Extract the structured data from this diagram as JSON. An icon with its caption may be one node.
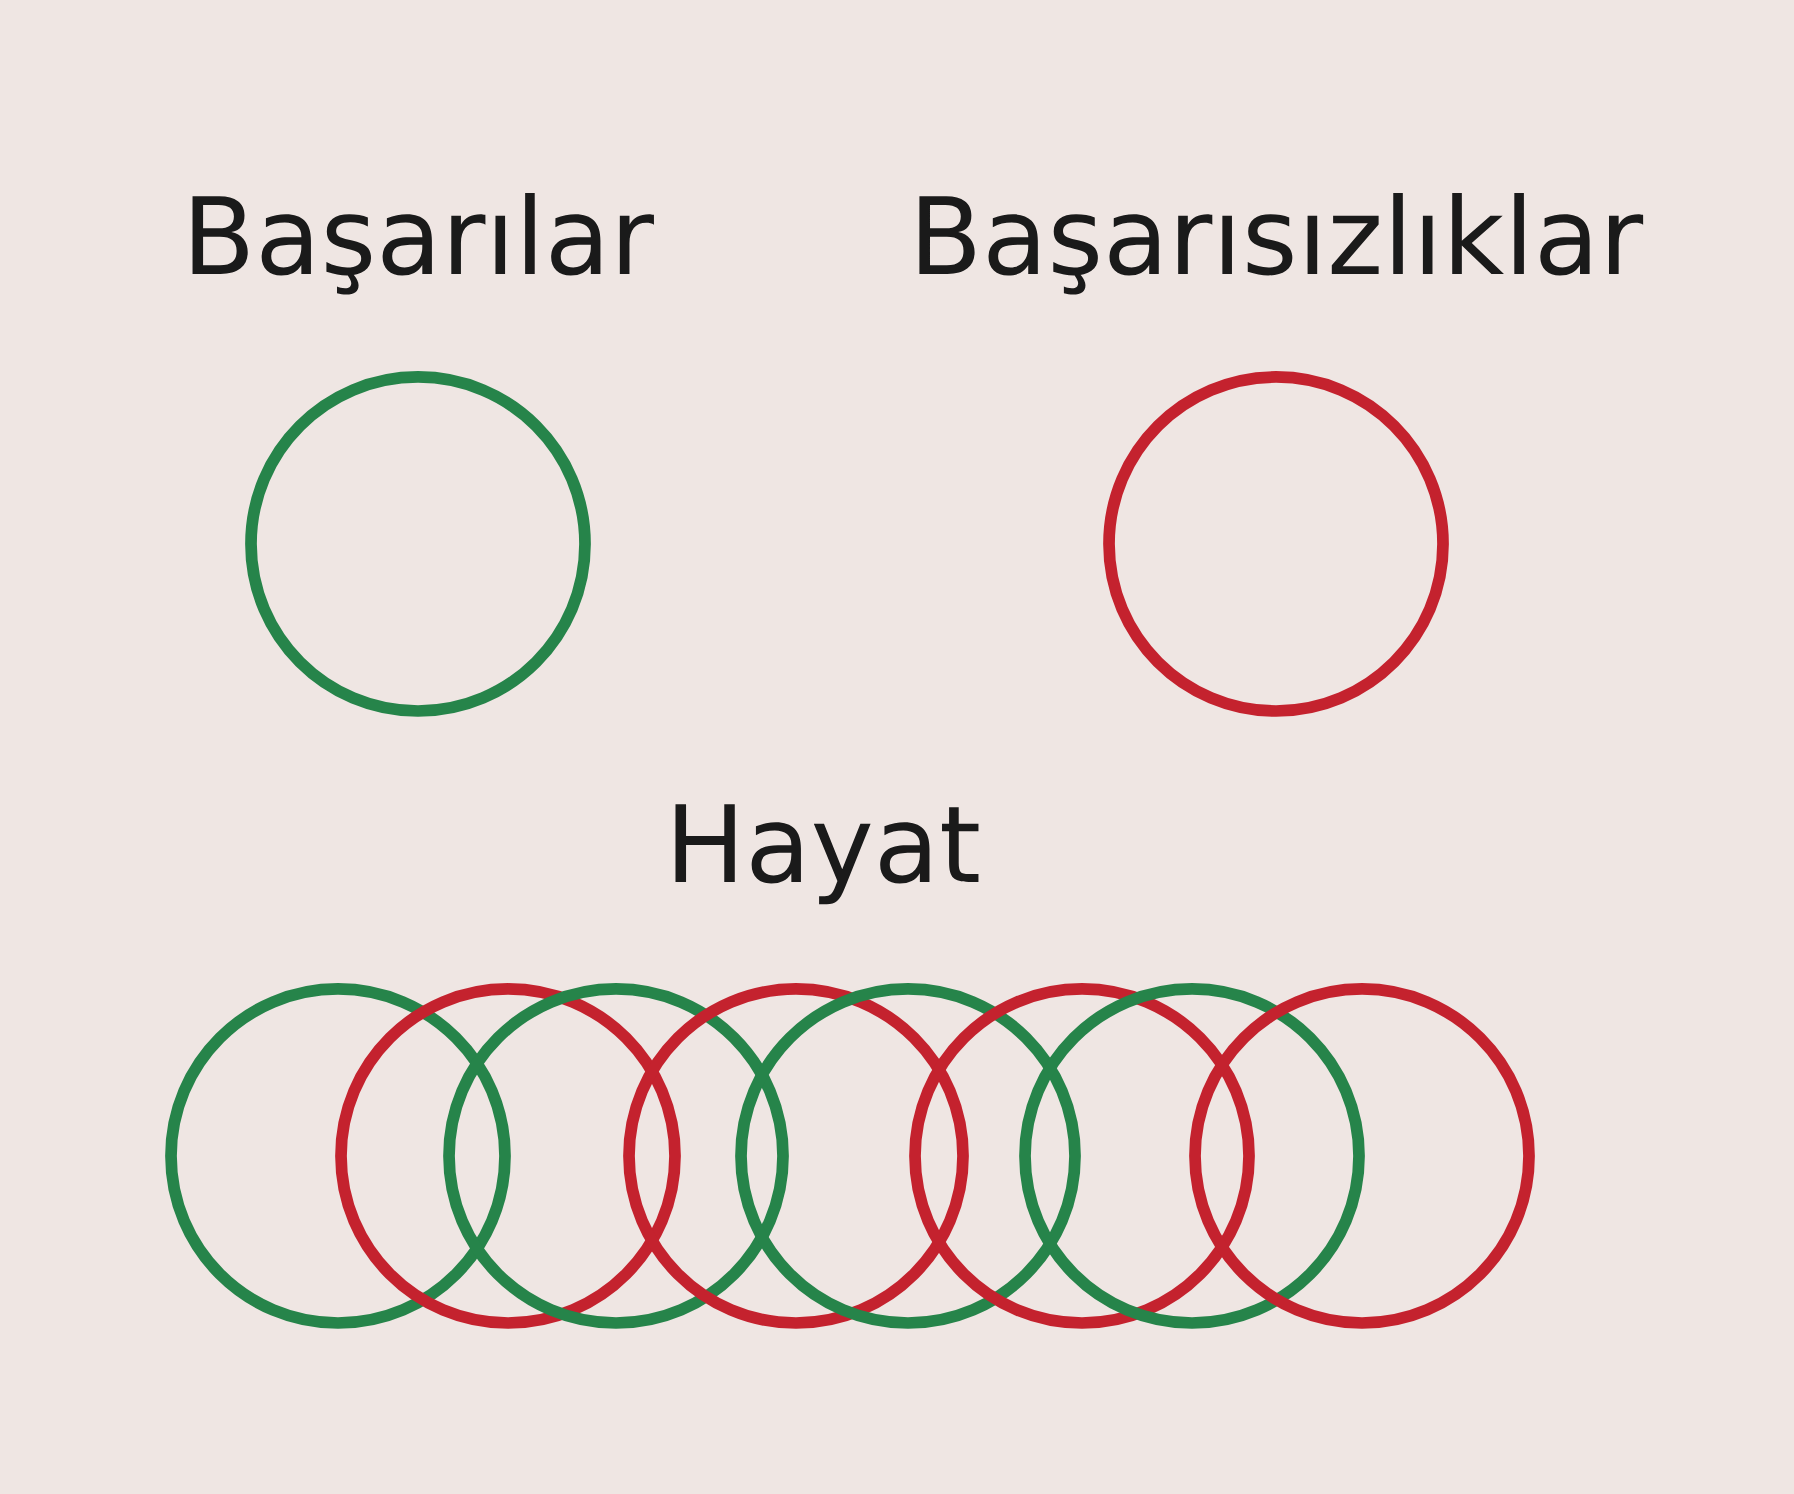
{
  "diagram": {
    "nodes": [
      {
        "text": [
          "Başarılar"
        ]
      },
      {
        "text": [
          "Başarısızlıklar"
        ]
      },
      {
        "text": [],
        "shape": "circle"
      },
      {
        "text": [],
        "shape": "circle"
      },
      {
        "text": [],
        "shape": "circle"
      },
      {
        "text": [],
        "shape": "circle"
      },
      {
        "text": [],
        "shape": "circle"
      },
      {
        "text": [],
        "shape": "circle"
      },
      {
        "text": [],
        "shape": "circle"
      },
      {
        "text": [],
        "shape": "circle"
      }
    ],
    "labels": [
      "Hayat"
    ]
  }
}
